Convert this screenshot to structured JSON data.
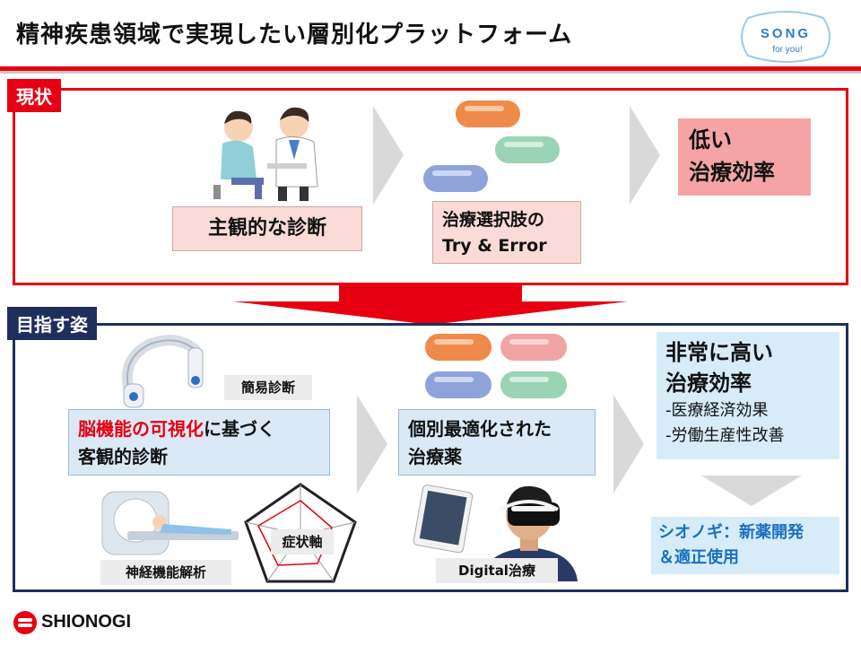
{
  "header": {
    "title": "精神疾患領域で実現したい層別化プラットフォーム",
    "song_logo": {
      "line1": "SONG",
      "line2": "for you!"
    }
  },
  "current": {
    "tag": "現状",
    "diagnosis": "主観的な診断",
    "trial_line1": "治療選択肢の",
    "trial_line2": "Try & Error",
    "result_line1": "低い",
    "result_line2": "治療効率"
  },
  "goal": {
    "tag": "目指す姿",
    "simple_diagnosis": "簡易診断",
    "objective_red": "脳機能の可視化",
    "objective_rest": "に基づく",
    "objective_line2": "客観的診断",
    "neural_analysis": "神経機能解析",
    "symptom_axis": "症状軸",
    "personalized_line1": "個別最適化された",
    "personalized_line2": "治療薬",
    "digital": "Digital治療",
    "efficiency_line1": "非常に高い",
    "efficiency_line2": "治療効率",
    "benefit1": "-医療経済効果",
    "benefit2": "-労働生産性改善",
    "shionogi_line1": "シオノギ：新薬開発",
    "shionogi_line2": "＆適正使用"
  },
  "footer": {
    "company": "SHIONOGI"
  },
  "colors": {
    "accent_red": "#e60012",
    "navy": "#1f2f5c",
    "pink_box": "#fadbd8",
    "blue_box": "#dbe9f7",
    "teal_text": "#1a6fbf"
  },
  "icons": [
    "doctor-patient-illustration",
    "capsule-icon",
    "eeg-headset-illustration",
    "mri-scanner-illustration",
    "radar-chart-icon",
    "tablet-icon",
    "vr-headset-person-illustration",
    "chevron-right-icon",
    "down-arrow-icon",
    "shionogi-logo"
  ]
}
